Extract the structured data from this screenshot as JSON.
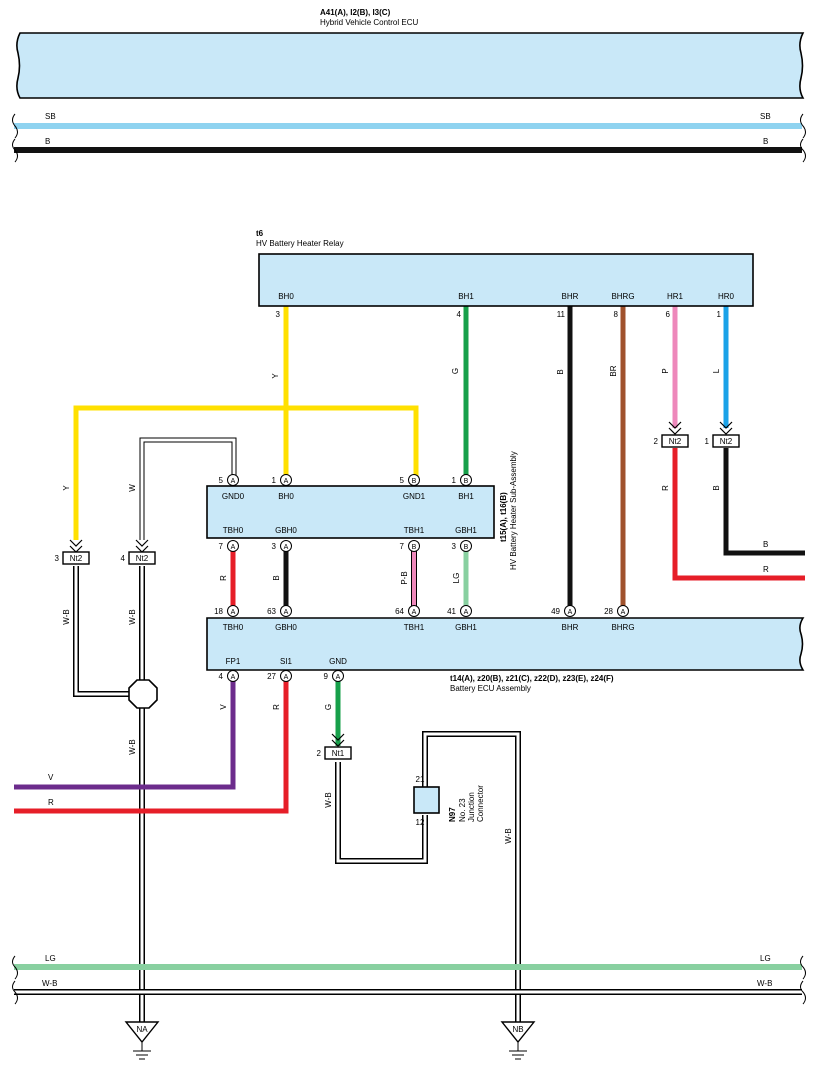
{
  "ecu": {
    "code": "A41(A), I2(B), I3(C)",
    "name": "Hybrid Vehicle Control ECU"
  },
  "relay": {
    "code": "t6",
    "name": "HV Battery Heater Relay",
    "pins": [
      {
        "name": "BH0",
        "num": "3"
      },
      {
        "name": "BH1",
        "num": "4"
      },
      {
        "name": "BHR",
        "num": "11"
      },
      {
        "name": "BHRG",
        "num": "8"
      },
      {
        "name": "HR1",
        "num": "6"
      },
      {
        "name": "HR0",
        "num": "1"
      }
    ]
  },
  "heater": {
    "code": "t15(A), t16(B)",
    "name": "HV Battery Heater Sub-Assembly",
    "top_pins": [
      {
        "name": "GND0",
        "num": "5",
        "conn": "A"
      },
      {
        "name": "BH0",
        "num": "1",
        "conn": "A"
      },
      {
        "name": "GND1",
        "num": "5",
        "conn": "B"
      },
      {
        "name": "BH1",
        "num": "1",
        "conn": "B"
      }
    ],
    "bottom_pins": [
      {
        "name": "TBH0",
        "num": "7",
        "conn": "A"
      },
      {
        "name": "GBH0",
        "num": "3",
        "conn": "A"
      },
      {
        "name": "TBH1",
        "num": "7",
        "conn": "B"
      },
      {
        "name": "GBH1",
        "num": "3",
        "conn": "B"
      }
    ]
  },
  "battery_ecu": {
    "code": "t14(A), z20(B), z21(C), z22(D), z23(E), z24(F)",
    "name": "Battery ECU Assembly",
    "top_pins": [
      {
        "name": "TBH0",
        "num": "18",
        "conn": "A"
      },
      {
        "name": "GBH0",
        "num": "63",
        "conn": "A"
      },
      {
        "name": "TBH1",
        "num": "64",
        "conn": "A"
      },
      {
        "name": "GBH1",
        "num": "41",
        "conn": "A"
      },
      {
        "name": "BHR",
        "num": "49",
        "conn": "A"
      },
      {
        "name": "BHRG",
        "num": "28",
        "conn": "A"
      }
    ],
    "bottom_pins": [
      {
        "name": "FP1",
        "num": "4",
        "conn": "A"
      },
      {
        "name": "SI1",
        "num": "27",
        "conn": "A"
      },
      {
        "name": "GND",
        "num": "9",
        "conn": "A"
      }
    ]
  },
  "junction": {
    "code": "N97",
    "name_line1": "No. 23",
    "name_line2": "Junction",
    "name_line3": "Connector",
    "pin_top": "21",
    "pin_bottom": "12"
  },
  "connectors": {
    "nt2_left": {
      "label": "Nt2",
      "pin": "3"
    },
    "nt2_mid": {
      "label": "Nt2",
      "pin": "4"
    },
    "nt2_hr1": {
      "label": "Nt2",
      "pin": "2"
    },
    "nt2_hr0": {
      "label": "Nt2",
      "pin": "1"
    },
    "nt1": {
      "label": "Nt1",
      "pin": "2"
    }
  },
  "grounds": {
    "na": "NA",
    "nb": "NB"
  },
  "wires": {
    "bh0": "Y",
    "bh1": "G",
    "bhr": "B",
    "bhrg": "BR",
    "hr1": "P",
    "hr0": "L",
    "left_y": "Y",
    "gnd0_w": "W",
    "hr1_out": "R",
    "hr0_out": "B",
    "tbh0": "R",
    "gbh0": "B",
    "tbh1": "P-B",
    "gbh1": "LG",
    "nt2_left_wb": "W-B",
    "nt2_mid_wb": "W-B",
    "splice_wb": "W-B",
    "fp1": "V",
    "si1": "R",
    "gnd": "G",
    "nt1_wb": "W-B",
    "junction_wb": "W-B"
  },
  "buses": {
    "sb_left": "SB",
    "sb_right": "SB",
    "b_left": "B",
    "b_right": "B",
    "out_b": "B",
    "out_r": "R",
    "v_left": "V",
    "r_left": "R",
    "lg_left": "LG",
    "lg_right": "LG",
    "wb_left": "W-B",
    "wb_right": "W-B"
  },
  "colors": {
    "box": "#c9e8f8",
    "sb": "#8fd3f0",
    "black": "#111111",
    "yellow": "#ffe000",
    "green": "#17a04a",
    "brown": "#a0522d",
    "pink": "#ee88bb",
    "blue": "#1aa2e8",
    "red": "#e61e28",
    "violet": "#6c2c8c",
    "lightgreen": "#88d0a0"
  }
}
